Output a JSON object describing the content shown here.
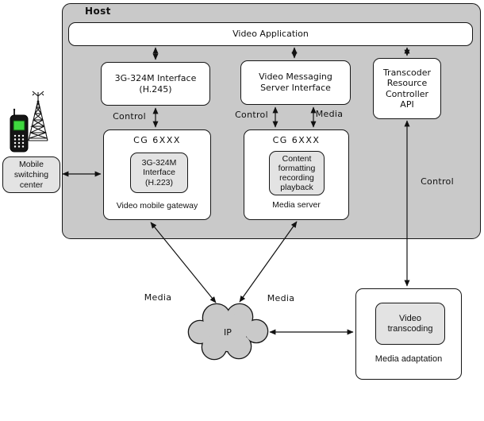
{
  "colors": {
    "host_bg": "#c9c9c9",
    "panel_bg": "#ffffff",
    "inner_chip_bg": "#e3e3e3",
    "border": "#161616",
    "phone_screen": "#3fd83f"
  },
  "host": {
    "label": "Host"
  },
  "video_application": {
    "label": "Video Application"
  },
  "h245_interface": {
    "lines": [
      "3G-324M Interface",
      "(H.245)"
    ]
  },
  "vms_interface": {
    "lines": [
      "Video Messaging",
      "Server Interface"
    ]
  },
  "transcoder_api": {
    "lines": [
      "Transcoder",
      "Resource",
      "Controller",
      "API"
    ]
  },
  "video_mobile_gateway": {
    "title": "CG 6XXX",
    "inner_lines": [
      "3G-324M",
      "Interface",
      "(H.223)"
    ],
    "caption": "Video mobile gateway"
  },
  "media_server": {
    "title": "CG 6XXX",
    "inner_lines": [
      "Content",
      "formatting",
      "recording",
      "playback"
    ],
    "caption": "Media server"
  },
  "mobile_switching_center": {
    "lines": [
      "Mobile",
      "switching",
      "center"
    ]
  },
  "media_adaptation": {
    "inner_lines": [
      "Video",
      "transcoding"
    ],
    "caption": "Media adaptation"
  },
  "ip_cloud": {
    "label": "IP"
  },
  "edge_labels": {
    "control_gateway": "Control",
    "control_media_server": "Control",
    "media_media_server": "Media",
    "control_transcoder": "Control",
    "media_left": "Media",
    "media_right": "Media"
  },
  "icons": {
    "mobile_phone": "mobile-phone-icon",
    "antenna_tower": "antenna-tower-icon",
    "ip_cloud": "cloud-shape"
  }
}
